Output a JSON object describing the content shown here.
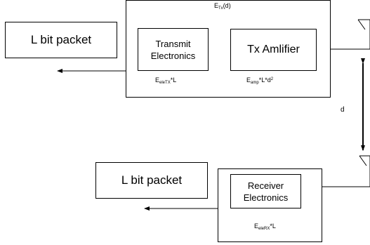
{
  "transmitter": {
    "packet_label": "L bit packet",
    "energy_total": {
      "base": "E",
      "sub": "Tx",
      "suffix": "(d)"
    },
    "electronics_line1": "Transmit",
    "electronics_line2": "Electronics",
    "amplifier_label": "Tx Amlifier",
    "electronics_energy": {
      "base": "E",
      "sub": "eleTX",
      "suffix": "*L"
    },
    "amplifier_energy": {
      "base": "E",
      "sub": "amp",
      "mid": "*L*d",
      "sup": "2"
    }
  },
  "distance_label": "d",
  "receiver": {
    "packet_label": "L bit packet",
    "electronics_line1": "Receiver",
    "electronics_line2": "Electronics",
    "electronics_energy": {
      "base": "E",
      "sub": "eleRX",
      "suffix": "*L"
    }
  }
}
